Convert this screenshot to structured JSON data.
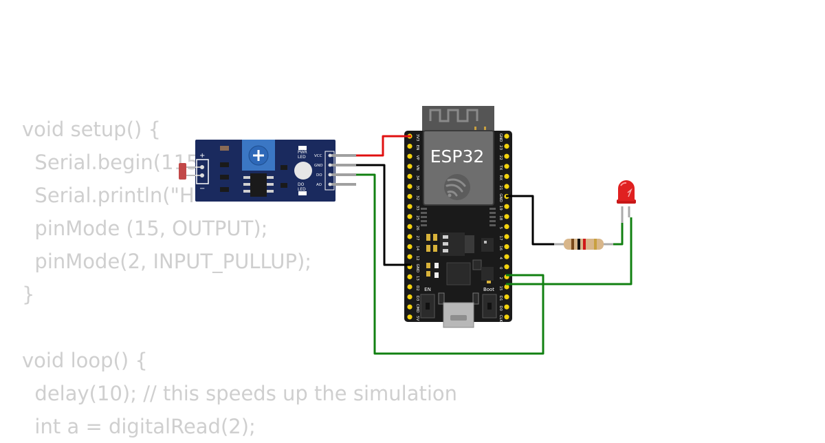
{
  "code": {
    "lines": [
      "void setup() {",
      "  Serial.begin(115",
      "  Serial.println(\"H",
      "  pinMode (15, OUTPUT);",
      "  pinMode(2, INPUT_PULLUP);",
      "}",
      "",
      "void loop() {",
      "  delay(10); // this speeds up the simulation",
      "  int a = digitalRead(2);"
    ]
  },
  "esp32": {
    "label": "ESP32",
    "en_label": "EN",
    "boot_label": "Boot",
    "left_pins": [
      "3V3",
      "EN",
      "VP",
      "VN",
      "34",
      "35",
      "32",
      "33",
      "25",
      "26",
      "27",
      "14",
      "12",
      "GND",
      "13",
      "D2",
      "D3",
      "CMD",
      "5V"
    ],
    "right_pins": [
      "GND",
      "23",
      "22",
      "TX",
      "RX",
      "21",
      "GND",
      "19",
      "18",
      "5",
      "17",
      "16",
      "4",
      "0",
      "2",
      "15",
      "D1",
      "D0",
      "CLK"
    ]
  },
  "sensor": {
    "pins": [
      "VCC",
      "GND",
      "DO",
      "AO"
    ],
    "pwr_led": [
      "PWR",
      "LED"
    ],
    "do_led": [
      "DO",
      "LED"
    ],
    "plus": "+",
    "minus": "−"
  },
  "colors": {
    "wire_red": "#e01010",
    "wire_black": "#000000",
    "wire_green": "#118011",
    "board": "#1a1a1a",
    "sensor_board": "#1a2a5e",
    "led": "#e02020",
    "code_text": "#cfcfcf"
  }
}
